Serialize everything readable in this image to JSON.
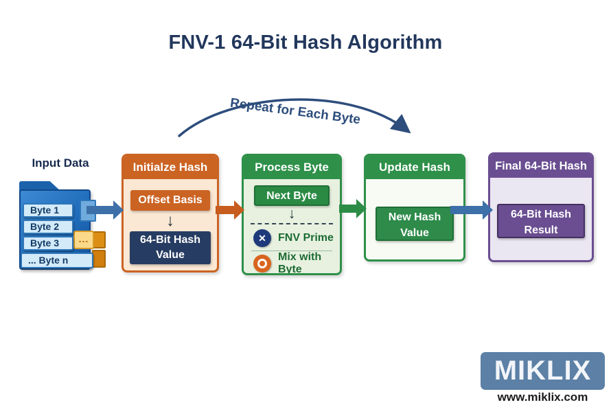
{
  "title": "FNV-1 64-Bit Hash Algorithm",
  "loop": {
    "label": "Repeat for Each Byte"
  },
  "input": {
    "label": "Input Data",
    "bytes": [
      "Byte 1",
      "Byte 2",
      "Byte 3",
      "... Byte n"
    ],
    "more": "..."
  },
  "stages": [
    {
      "title": "Initialze Hash",
      "top_chip": "Offset Basis",
      "bottom_chip": "64-Bit Hash Value"
    },
    {
      "title": "Process Byte",
      "top_chip": "Next Byte",
      "op1": "FNV Prime",
      "op2": "Mix with Byte"
    },
    {
      "title": "Update Hash",
      "chip": "New Hash Value"
    },
    {
      "title": "Final 64-Bit Hash",
      "chip": "64-Bit Hash Result"
    }
  ],
  "icons": {
    "multiply": "✕",
    "down_arrow": "↓"
  },
  "branding": {
    "logo": "MIKLIX",
    "url": "www.miklix.com"
  },
  "colors": {
    "navy_text": "#22375c",
    "loop_arrow": "#2d4d7c",
    "orange": "#cb6323",
    "green": "#2e9049",
    "dark_green_text": "#1d6b33",
    "purple": "#6a4e91",
    "navy_chip": "#273c62",
    "blue_arrow": "#3d6fa8",
    "folder_blue": "#1f6cba",
    "byte_row_bg": "#d3eaf9",
    "orange_block": "#dd8f15",
    "brand_bg": "#5c80a6"
  }
}
